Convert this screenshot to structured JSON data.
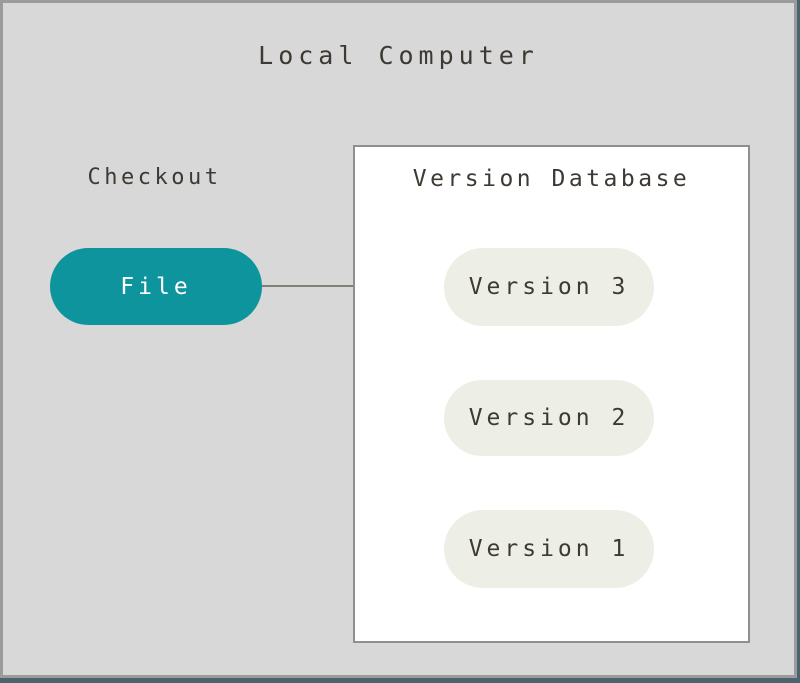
{
  "diagram": {
    "title": "Local Computer",
    "checkout": {
      "label": "Checkout",
      "file_node_label": "File"
    },
    "version_database": {
      "title": "Version Database",
      "versions": [
        {
          "label": "Version 3"
        },
        {
          "label": "Version 2"
        },
        {
          "label": "Version 1"
        }
      ]
    },
    "colors": {
      "panel_background": "#d8d8d8",
      "panel_border": "#9b9b9b",
      "window_edge": "#4b636d",
      "file_node_fill": "#0d949c",
      "file_node_text": "#ffffff",
      "version_node_fill": "#edeee5",
      "text": "#3e3933",
      "connector_line": "#827d77",
      "database_box_fill": "#ffffff",
      "database_box_border": "#8f8f8f"
    }
  }
}
